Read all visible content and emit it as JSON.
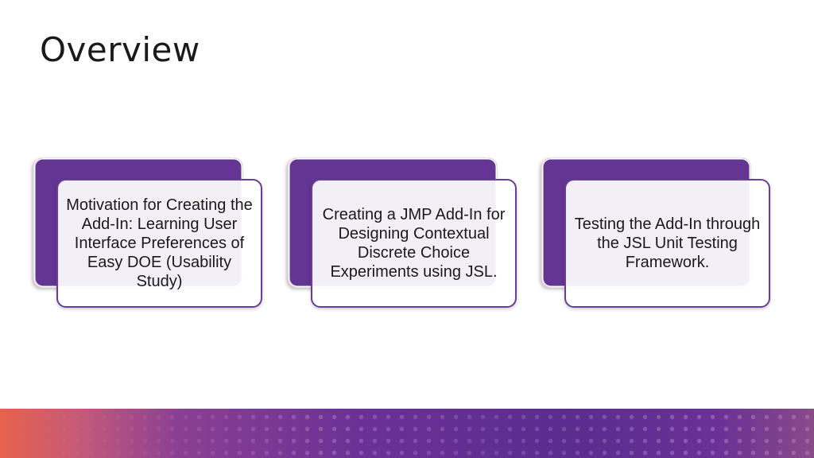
{
  "slide": {
    "title": "Overview",
    "cards": [
      {
        "text": "Motivation for Creating the Add-In: Learning User Interface Preferences of Easy DOE (Usability Study)"
      },
      {
        "text": "Creating a JMP Add-In for Designing Contextual Discrete Choice Experiments using JSL."
      },
      {
        "text": "Testing the Add-In through the JSL Unit Testing Framework."
      }
    ]
  },
  "colors": {
    "accent": "#643592",
    "footer_start": "#e7624c",
    "footer_end": "#5b2c8f"
  }
}
